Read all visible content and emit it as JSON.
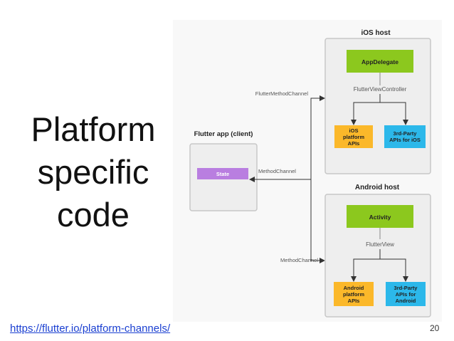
{
  "slide": {
    "title_lines": [
      "Platform",
      "specific",
      "code"
    ],
    "source_url": "https://flutter.io/platform-channels/",
    "page_number": "20"
  },
  "diagram": {
    "client": {
      "title": "Flutter app (client)",
      "state_label": "State"
    },
    "channels": {
      "ios_channel": "FlutterMethodChannel",
      "client_channel": "MethodChannel",
      "android_channel": "MethodChannel"
    },
    "ios_host": {
      "title": "iOS host",
      "app_delegate": "AppDelegate",
      "view_controller": "FlutterViewController",
      "platform_apis_lines": [
        "iOS",
        "platform",
        "APIs"
      ],
      "third_party_lines": [
        "3rd-Party",
        "APIs for iOS"
      ]
    },
    "android_host": {
      "title": "Android host",
      "activity": "Activity",
      "flutter_view": "FlutterView",
      "platform_apis_lines": [
        "Android",
        "platform",
        "APIs"
      ],
      "third_party_lines": [
        "3rd-Party",
        "APIs for",
        "Android"
      ]
    },
    "colors": {
      "green": "#8cc81e",
      "purple": "#b97ee0",
      "orange": "#fbb82a",
      "blue": "#2cb8ea",
      "host_bg": "#eeeeee",
      "host_border": "#c7c7c7"
    }
  }
}
